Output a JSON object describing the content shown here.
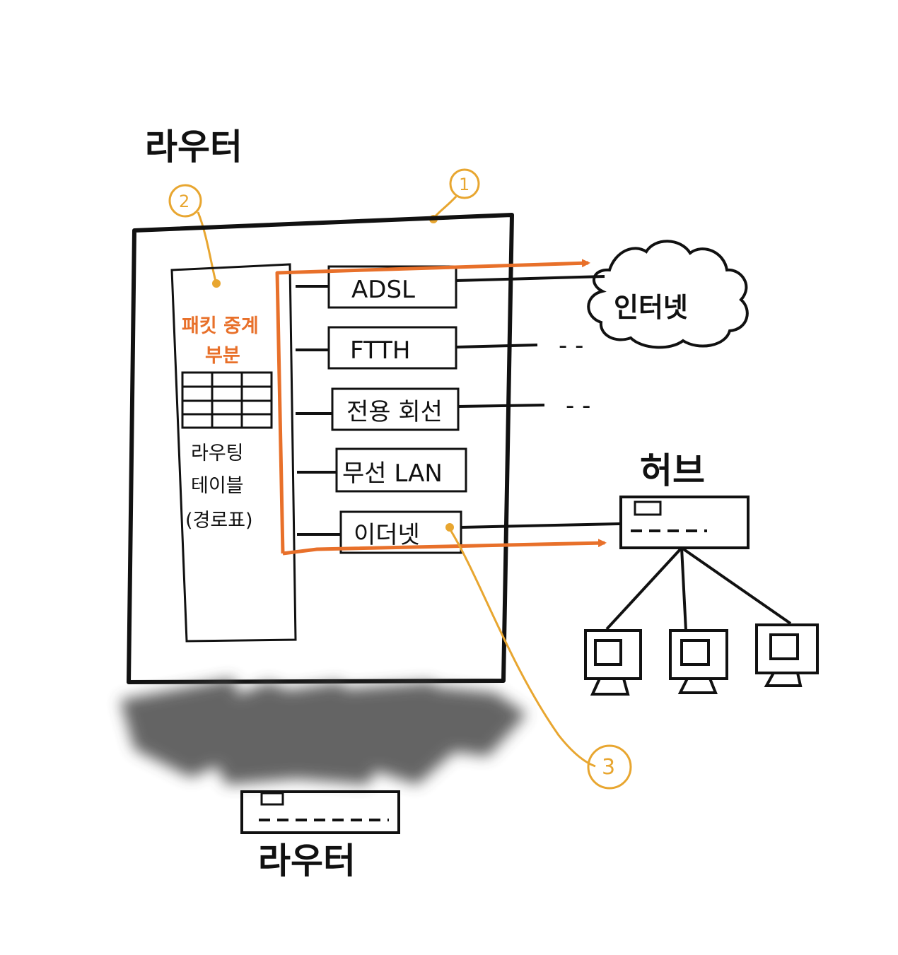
{
  "colors": {
    "ink": "#111111",
    "orange_arrow": "#e8702a",
    "callout_yellow": "#e8a630",
    "shadow": "#4a4a4a"
  },
  "router": {
    "title": "라우터",
    "relay_section": {
      "label_line1": "패킷 중계",
      "label_line2": "부분",
      "table_caption_line1": "라우팅",
      "table_caption_line2": "테이블",
      "table_caption_line3": "(경로표)"
    },
    "ports": [
      {
        "label": "ADSL"
      },
      {
        "label": "FTTH"
      },
      {
        "label": "전용 회선"
      },
      {
        "label": "무선 LAN"
      },
      {
        "label": "이더넷"
      }
    ]
  },
  "callouts": [
    "1",
    "2",
    "3"
  ],
  "internet": {
    "label": "인터넷"
  },
  "hub": {
    "label": "허브"
  },
  "bottom_router": {
    "label": "라우터"
  },
  "dashes": [
    "- -",
    "- -"
  ],
  "icons": [
    "cloud-icon",
    "hub-icon",
    "computer-icon",
    "router-icon"
  ]
}
